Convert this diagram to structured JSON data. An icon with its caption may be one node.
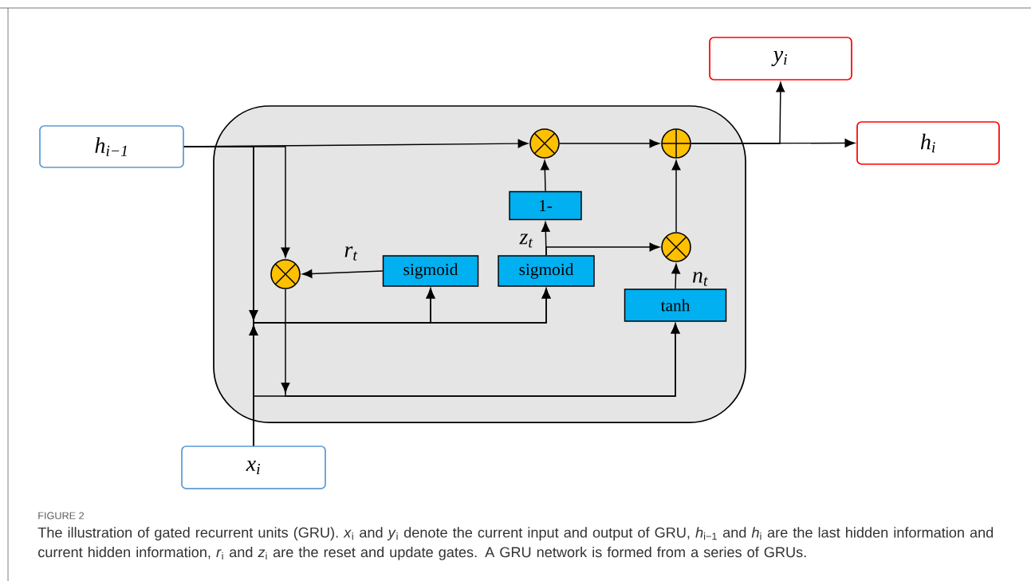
{
  "diagram": {
    "caption": "The illustration of gated recurrent units (GRU). *x*$_{i}$ and *y*$_{i}$ denote the current input and output of GRU, *h*$_{i−1}$ and *h*$_{i}$ are the last hidden information and current hidden information, *r*$_{i}$ and *z*$_{i}$ are the reset and update gates. A GRU network is formed from a series of GRUs.",
    "nodes": [
      {
        "text": [
          "h$_{i−1}$"
        ]
      },
      {
        "text": [],
        "shape": "box"
      },
      {
        "text": [],
        "shape": "circle",
        "in": 1
      },
      {
        "text": [],
        "shape": "circle",
        "in": 1
      },
      {
        "text": [
          "1-"
        ],
        "in": 1
      },
      {
        "text": [],
        "shape": "circle",
        "in": 1
      },
      {
        "text": [
          "sigmoid"
        ],
        "in": 1
      },
      {
        "text": [
          "sigmoid"
        ],
        "in": 1
      },
      {
        "text": [
          "tanh"
        ],
        "in": 1
      },
      {
        "text": [],
        "shape": "circle",
        "in": 1
      },
      {
        "text": [
          "y$_{i}$"
        ]
      },
      {
        "text": [
          "h$_{i}$"
        ]
      },
      {
        "text": [
          "x$_{i}$"
        ]
      }
    ],
    "edges": [
      {
        "from": 0,
        "to": 2,
        "arrow": "to"
      },
      {
        "from": 0,
        "to": 9,
        "arrow": "to"
      },
      {
        "from": 0,
        "to": 6,
        "arrow": "to"
      },
      {
        "from": 0,
        "to": 7,
        "arrow": "to"
      },
      {
        "from": 12,
        "to": 6,
        "arrow": "to"
      },
      {
        "from": 12,
        "to": 7,
        "arrow": "to"
      },
      {
        "from": 12,
        "to": 8,
        "arrow": "to"
      },
      {
        "from": 9,
        "to": 8,
        "arrow": "to"
      },
      {
        "from": 6,
        "to": 9,
        "arrow": "to",
        "label": "r$_{t}$"
      },
      {
        "from": 7,
        "to": 4,
        "arrow": "to",
        "label": "z$_{t}$"
      },
      {
        "from": 7,
        "to": 5,
        "arrow": "to"
      },
      {
        "from": 4,
        "to": 2,
        "arrow": "to"
      },
      {
        "from": 2,
        "to": 3,
        "arrow": "to"
      },
      {
        "from": 8,
        "to": 5,
        "arrow": "to",
        "label": "n$_{t}$"
      },
      {
        "from": 5,
        "to": 3,
        "arrow": "to"
      },
      {
        "from": 3,
        "to": 11,
        "arrow": "to"
      },
      {
        "from": 3,
        "to": 10,
        "arrow": "to"
      }
    ],
    "labels": [
      "FIGURE 2"
    ]
  }
}
